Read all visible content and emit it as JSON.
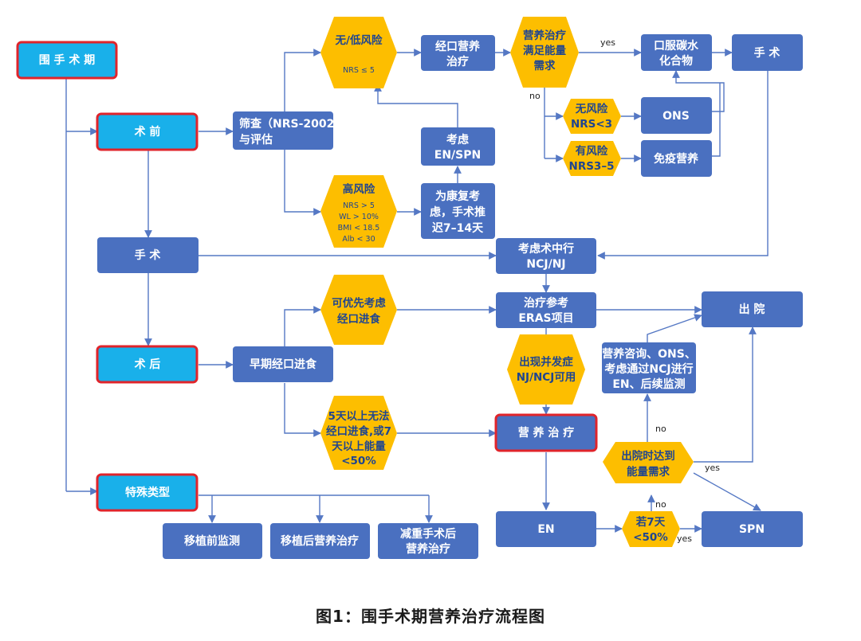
{
  "caption": "图1：围手术期营养治疗流程图",
  "nodes": {
    "periop": "围 手 术 期",
    "preop": "术 前",
    "screen": [
      "筛查（NRS-2002)",
      "与评估"
    ],
    "lowrisk": [
      "无/低风险",
      "NRS ≤ 5"
    ],
    "oral": [
      "经口营养",
      "治疗"
    ],
    "meet": [
      "营养治疗",
      "满足能量",
      "需求"
    ],
    "carb": [
      "口服碳水",
      "化合物"
    ],
    "surg_top": "手 术",
    "norisk": [
      "无风险",
      "NRS<3"
    ],
    "ons": "ONS",
    "risk": [
      "有风险",
      "NRS3–5"
    ],
    "immune": "免疫营养",
    "consider": [
      "考虑",
      "EN/SPN"
    ],
    "highrisk_title": "高风险",
    "highrisk_items": [
      "NRS > 5",
      "WL > 10%",
      "BMI < 18.5",
      "Alb < 30"
    ],
    "delay": [
      "为康复考",
      "虑，手术推",
      "迟7–14天"
    ],
    "surgery": "手 术",
    "intraop": [
      "考虑术中行",
      "NCJ/NJ"
    ],
    "postop": "术 后",
    "early": "早期经口进食",
    "prefer": [
      "可优先考虑",
      "经口进食"
    ],
    "eras": [
      "治疗参考",
      "ERAS项目"
    ],
    "discharge": "出 院",
    "complication": [
      "出现并发症",
      "NJ/NCJ可用"
    ],
    "counsel": [
      "营养咨询、ONS、",
      "考虑通过NCJ进行",
      "EN、后续监测"
    ],
    "cannot": [
      "5天以上无法",
      "经口进食,或7",
      "天以上能量",
      "<50%"
    ],
    "nutrition": "营 养 治 疗",
    "reach": [
      "出院时达到",
      "能量需求"
    ],
    "special": "特殊类型",
    "tx1": "移植前监测",
    "tx2": "移植后营养治疗",
    "tx3": [
      "减重手术后",
      "营养治疗"
    ],
    "en": "EN",
    "seven": [
      "若7天",
      "<50%"
    ],
    "spn": "SPN"
  },
  "labels": {
    "yes": "yes",
    "no": "no"
  },
  "colors": {
    "box_blue": "#4A70C0",
    "box_cyan": "#19B0EA",
    "box_border_red": "#E0242B",
    "hex_yellow": "#FDBE00",
    "line_blue": "#5578C4"
  }
}
